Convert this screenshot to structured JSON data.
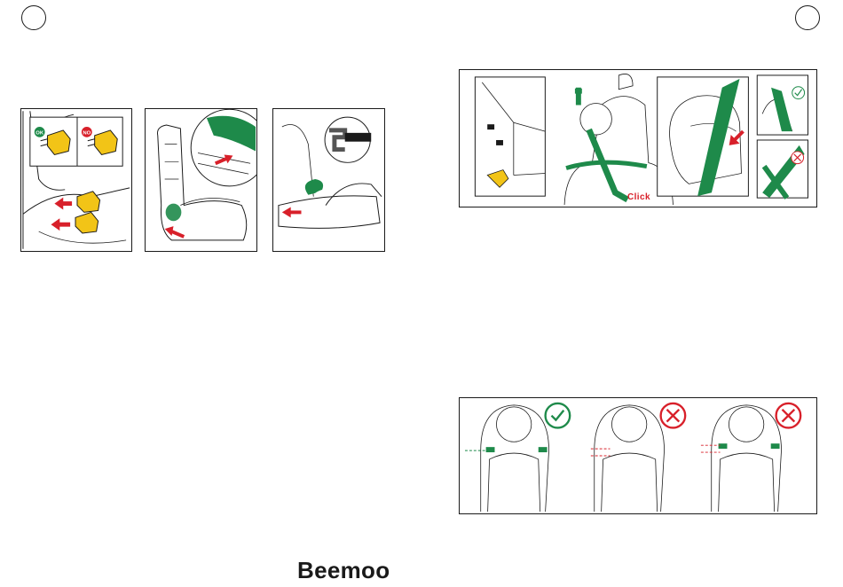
{
  "page": {
    "brand": "Beemoo",
    "click_label": "Click",
    "badges": {
      "ok": "OK",
      "no": "NO"
    },
    "icons": {
      "check": "check-circle-icon",
      "cross": "cross-circle-icon",
      "arrow": "red-arrow-icon"
    },
    "colors": {
      "green": "#1e8a4a",
      "red": "#d8202a",
      "yellow": "#f2c417",
      "ink": "#1a1a1a"
    }
  }
}
